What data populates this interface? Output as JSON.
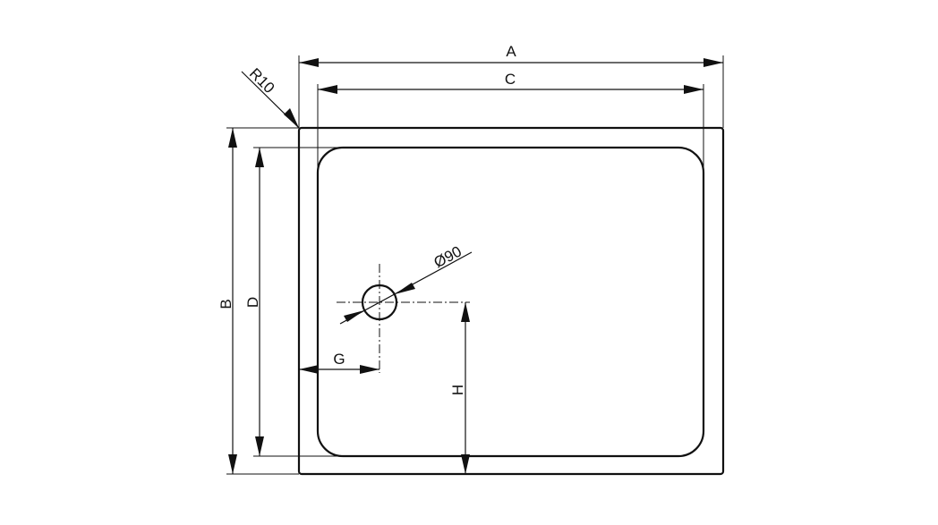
{
  "labels": {
    "a": "A",
    "b": "B",
    "c": "C",
    "d": "D",
    "g": "G",
    "h": "H",
    "radius": "R10",
    "drain_diameter": "Ø90"
  }
}
